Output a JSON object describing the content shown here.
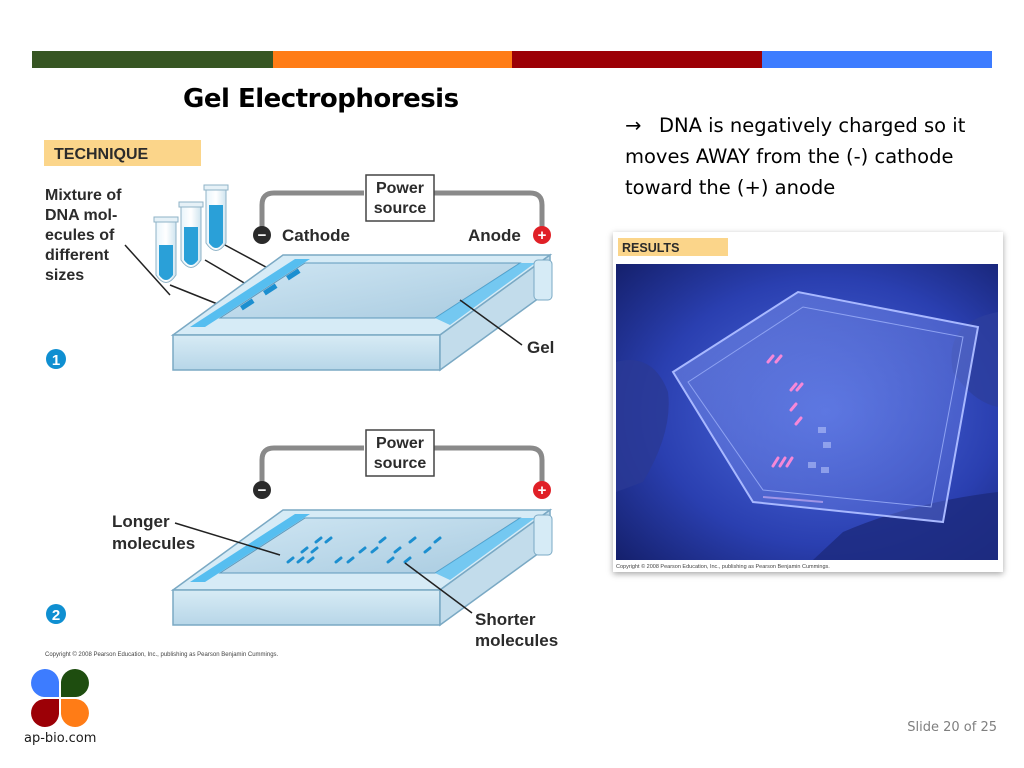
{
  "slide": {
    "title": "Gel Electrophoresis",
    "bullet_arrow": "→",
    "bullet_text": "DNA is negatively charged so it moves AWAY from the (-) cathode toward the (+) anode",
    "slide_number": "Slide 20 of 25",
    "logo_text": "ap-bio.com"
  },
  "color_bar": {
    "colors": [
      "#375623",
      "#ff7c16",
      "#9c0006",
      "#3d7cff"
    ]
  },
  "figure": {
    "technique_label": "TECHNIQUE",
    "mixture_label": [
      "Mixture of",
      "DNA mol-",
      "ecules of",
      "different",
      "sizes"
    ],
    "power_source": [
      "Power",
      "source"
    ],
    "cathode": "Cathode",
    "anode": "Anode",
    "gel": "Gel",
    "step1": "1",
    "step2": "2",
    "longer": [
      "Longer",
      "molecules"
    ],
    "shorter": [
      "Shorter",
      "molecules"
    ],
    "minus": "−",
    "plus": "+",
    "copyright": "Copyright © 2008 Pearson Education, Inc., publishing as Pearson Benjamin Cummings."
  },
  "results": {
    "label": "RESULTS",
    "copyright": "Copyright © 2008 Pearson Education, Inc., publishing as Pearson Benjamin Cummings."
  },
  "logo": {
    "colors": [
      "#3d7cff",
      "#1e4d0f",
      "#9c0006",
      "#ff7c16"
    ]
  }
}
